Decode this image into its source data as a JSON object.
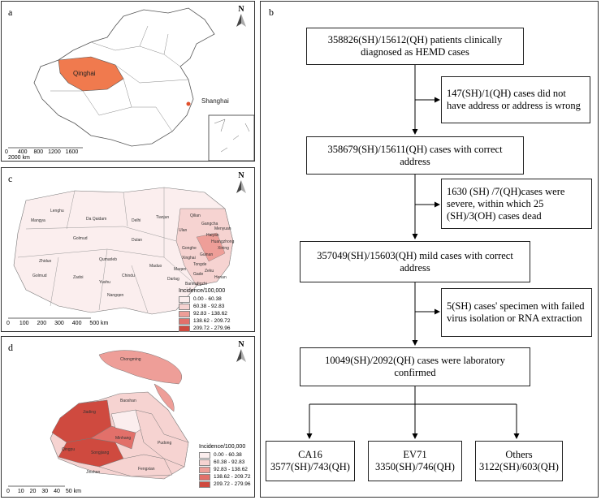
{
  "panels": {
    "a": {
      "label": "a",
      "qinghai": "Qinghai",
      "shanghai": "Shanghai",
      "scale_ticks": [
        "0",
        "400",
        "800",
        "1200",
        "1600",
        "2000 km"
      ]
    },
    "b": {
      "label": "b"
    },
    "c": {
      "label": "c",
      "scale_ticks": [
        "0",
        "100",
        "200",
        "300",
        "400",
        "500 km"
      ],
      "legend_title": "Incidence/100,000",
      "legend_items": [
        "0.00 - 60.38",
        "60.38 - 92.83",
        "92.83 - 138.62",
        "138.62 - 209.72",
        "209.72 - 279.96"
      ],
      "place_names": [
        "Lenghu",
        "Mangya",
        "Da Qaidam",
        "Delhi",
        "Tianjun",
        "Golmud",
        "Dulan",
        "Qilian",
        "Ulan",
        "Gangcha",
        "Haiyan",
        "Huangzhong",
        "Xining",
        "Menyuan",
        "Zhiduo",
        "Qumarleb",
        "Maduo",
        "Gonghe",
        "Guinan",
        "Xinghai",
        "Tongde",
        "Zeku",
        "Henan",
        "Maqen",
        "Gade",
        "Darlag",
        "Banma",
        "Jigzhi",
        "Chindu",
        "Zadoi",
        "Yushu",
        "Nangqen",
        "Golmud"
      ]
    },
    "d": {
      "label": "d",
      "scale_ticks": [
        "0",
        "10",
        "20",
        "30",
        "40",
        "50 km"
      ],
      "legend_title": "Incidence/100,000",
      "legend_items": [
        "0.00 - 60.38",
        "60.38 - 92.83",
        "92.83 - 138.62",
        "138.62 - 209.72",
        "209.72 - 279.96"
      ],
      "place_names": [
        "Chongming",
        "Baoshan",
        "Jiading",
        "Qingpu",
        "Songjiang",
        "Minhang",
        "Pudong",
        "Fengxian",
        "Jinshan"
      ]
    },
    "north": "N"
  },
  "flow": {
    "step1": "358826(SH)/15612(QH) patients clinically diagnosed as HEMD cases",
    "exclude1": "147(SH)/1(QH) cases did not have address or address is wrong",
    "step2": "358679(SH)/15611(QH) cases with correct address",
    "exclude2": "1630 (SH) /7(QH)cases were severe, within which 25 (SH)/3(OH) cases dead",
    "step3": "357049(SH)/15603(QH) mild cases with correct address",
    "exclude3": "5(SH) cases' specimen with failed virus isolation or RNA extraction",
    "step4": "10049(SH)/2092(QH) cases were laboratory confirmed",
    "out1_name": "CA16",
    "out1_val": "3577(SH)/743(QH)",
    "out2_name": "EV71",
    "out2_val": "3350(SH)/746(QH)",
    "out3_name": "Others",
    "out3_val": "3122(SH)/603(QH)"
  },
  "colors": {
    "c1": "#fbeeee",
    "c2": "#f6d3d1",
    "c3": "#ee9e98",
    "c4": "#e2706a",
    "c5": "#cf4a3f",
    "qinghai": "#f07a4e"
  }
}
